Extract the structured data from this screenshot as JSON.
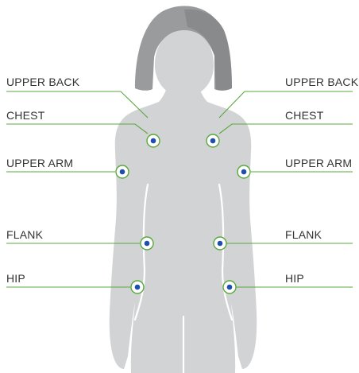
{
  "diagram": {
    "colors": {
      "silhouette": "#d2d3d5",
      "hair": "#9a9b9d",
      "hair_dark": "#888a8c",
      "leader_line": "#5aa83c",
      "marker_ring": "#5aa83c",
      "marker_dot": "#1f4fae"
    },
    "labels": {
      "upper_back_left": "UPPER BACK",
      "upper_back_right": "UPPER BACK",
      "chest_left": "CHEST",
      "chest_right": "CHEST",
      "upper_arm_left": "UPPER ARM",
      "upper_arm_right": "UPPER ARM",
      "flank_left": "FLANK",
      "flank_right": "FLANK",
      "hip_left": "HIP",
      "hip_right": "HIP"
    }
  }
}
